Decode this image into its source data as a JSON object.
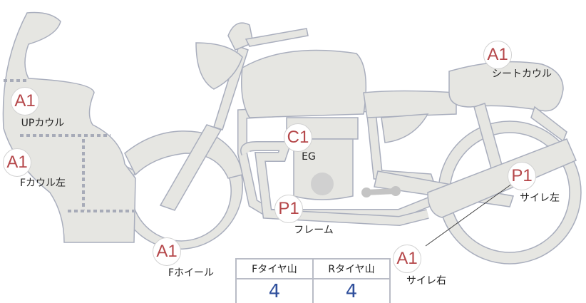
{
  "parts": [
    {
      "code": "A1",
      "name": "UPカウル"
    },
    {
      "code": "A1",
      "name": "Fカウル左"
    },
    {
      "code": "C1",
      "name": "EG"
    },
    {
      "code": "P1",
      "name": "フレーム"
    },
    {
      "code": "A1",
      "name": "Fホイール"
    },
    {
      "code": "A1",
      "name": "サイレ右"
    },
    {
      "code": "A1",
      "name": "シートカウル"
    },
    {
      "code": "P1",
      "name": "サイレ左"
    }
  ],
  "tires": {
    "front_label": "Fタイヤ山",
    "front_value": "4",
    "rear_label": "Rタイヤ山",
    "rear_value": "4"
  },
  "colors": {
    "fill": "#e6e6e2",
    "stroke": "#a9aebd",
    "marker_text": "#b5474a",
    "value_text": "#2f4f9c"
  }
}
